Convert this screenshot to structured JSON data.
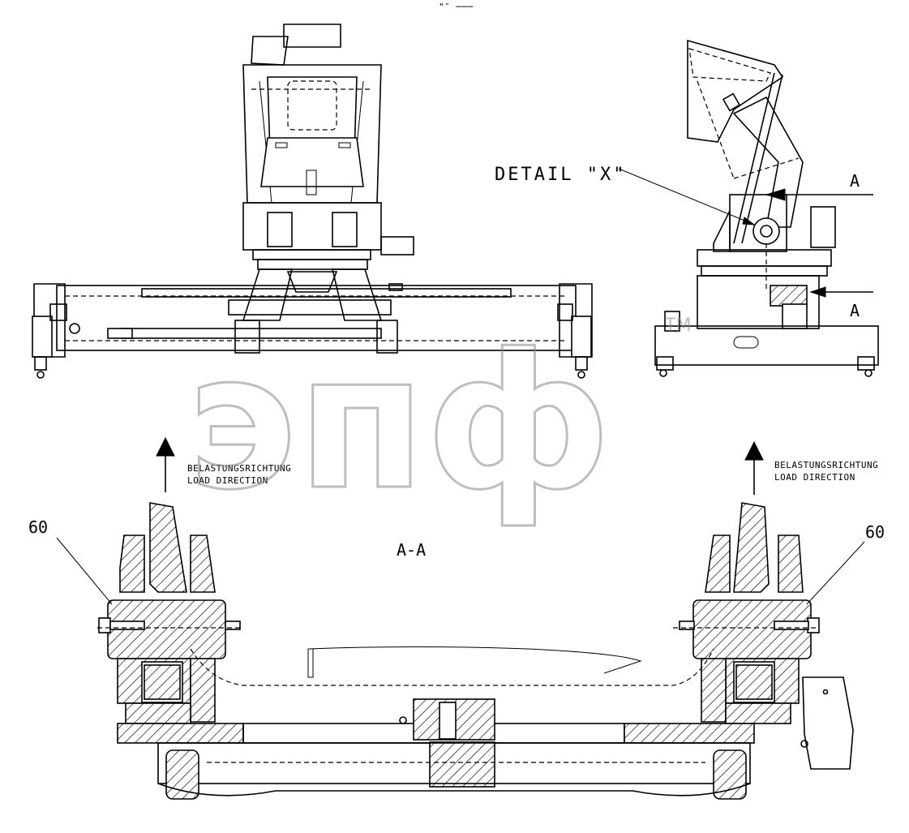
{
  "labels": {
    "detail_x": "DETAIL \"X\"",
    "section_a_top": "A",
    "section_a_bottom": "A",
    "section_title": "A-A",
    "load_left_line1": "BELASTUNGSRICHTUNG",
    "load_left_line2": "LOAD DIRECTION",
    "load_right_line1": "BELASTUNGSRICHTUNG",
    "load_right_line2": "LOAD DIRECTION",
    "part_left": "60",
    "part_right": "60",
    "top_mark": "\"″ ───"
  },
  "watermark": {
    "text": "эпф",
    "tm": "TM",
    "color": "#9a9a9a"
  }
}
